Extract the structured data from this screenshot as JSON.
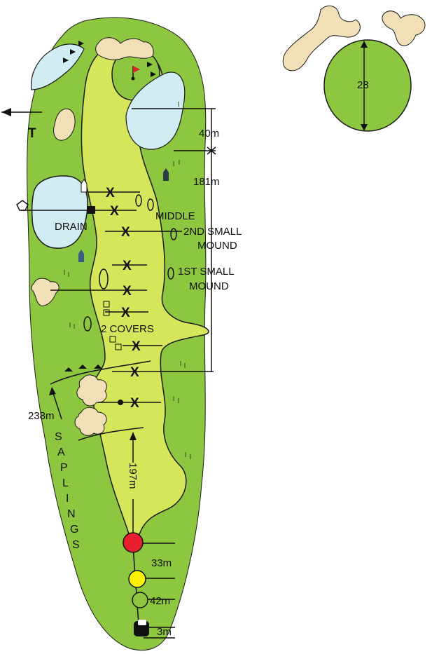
{
  "colors": {
    "rough": "#8dc63f",
    "fairway": "#d6e65a",
    "water": "#d2ecf4",
    "bunker": "#f1dfb8",
    "tee_red": "#e8202e",
    "tee_yellow": "#fff200",
    "flag": "#d7242b"
  },
  "labels": {
    "middle": "MIDDLE",
    "drain": "DRAIN",
    "second_mound_1": "2ND SMALL",
    "second_mound_2": "MOUND",
    "first_mound_1": "1ST SMALL",
    "first_mound_2": "MOUND",
    "covers": "2 COVERS",
    "saplings": [
      "S",
      "A",
      "P",
      "L",
      "I",
      "N",
      "G",
      "S"
    ],
    "tee_marker": "T",
    "distance_marker": "X"
  },
  "distances": {
    "d40": "40m",
    "d181": "181m",
    "d238": "238m",
    "d197": "197m",
    "d33": "33m",
    "d42": "42m",
    "d3": "3m",
    "green_depth": "28"
  }
}
